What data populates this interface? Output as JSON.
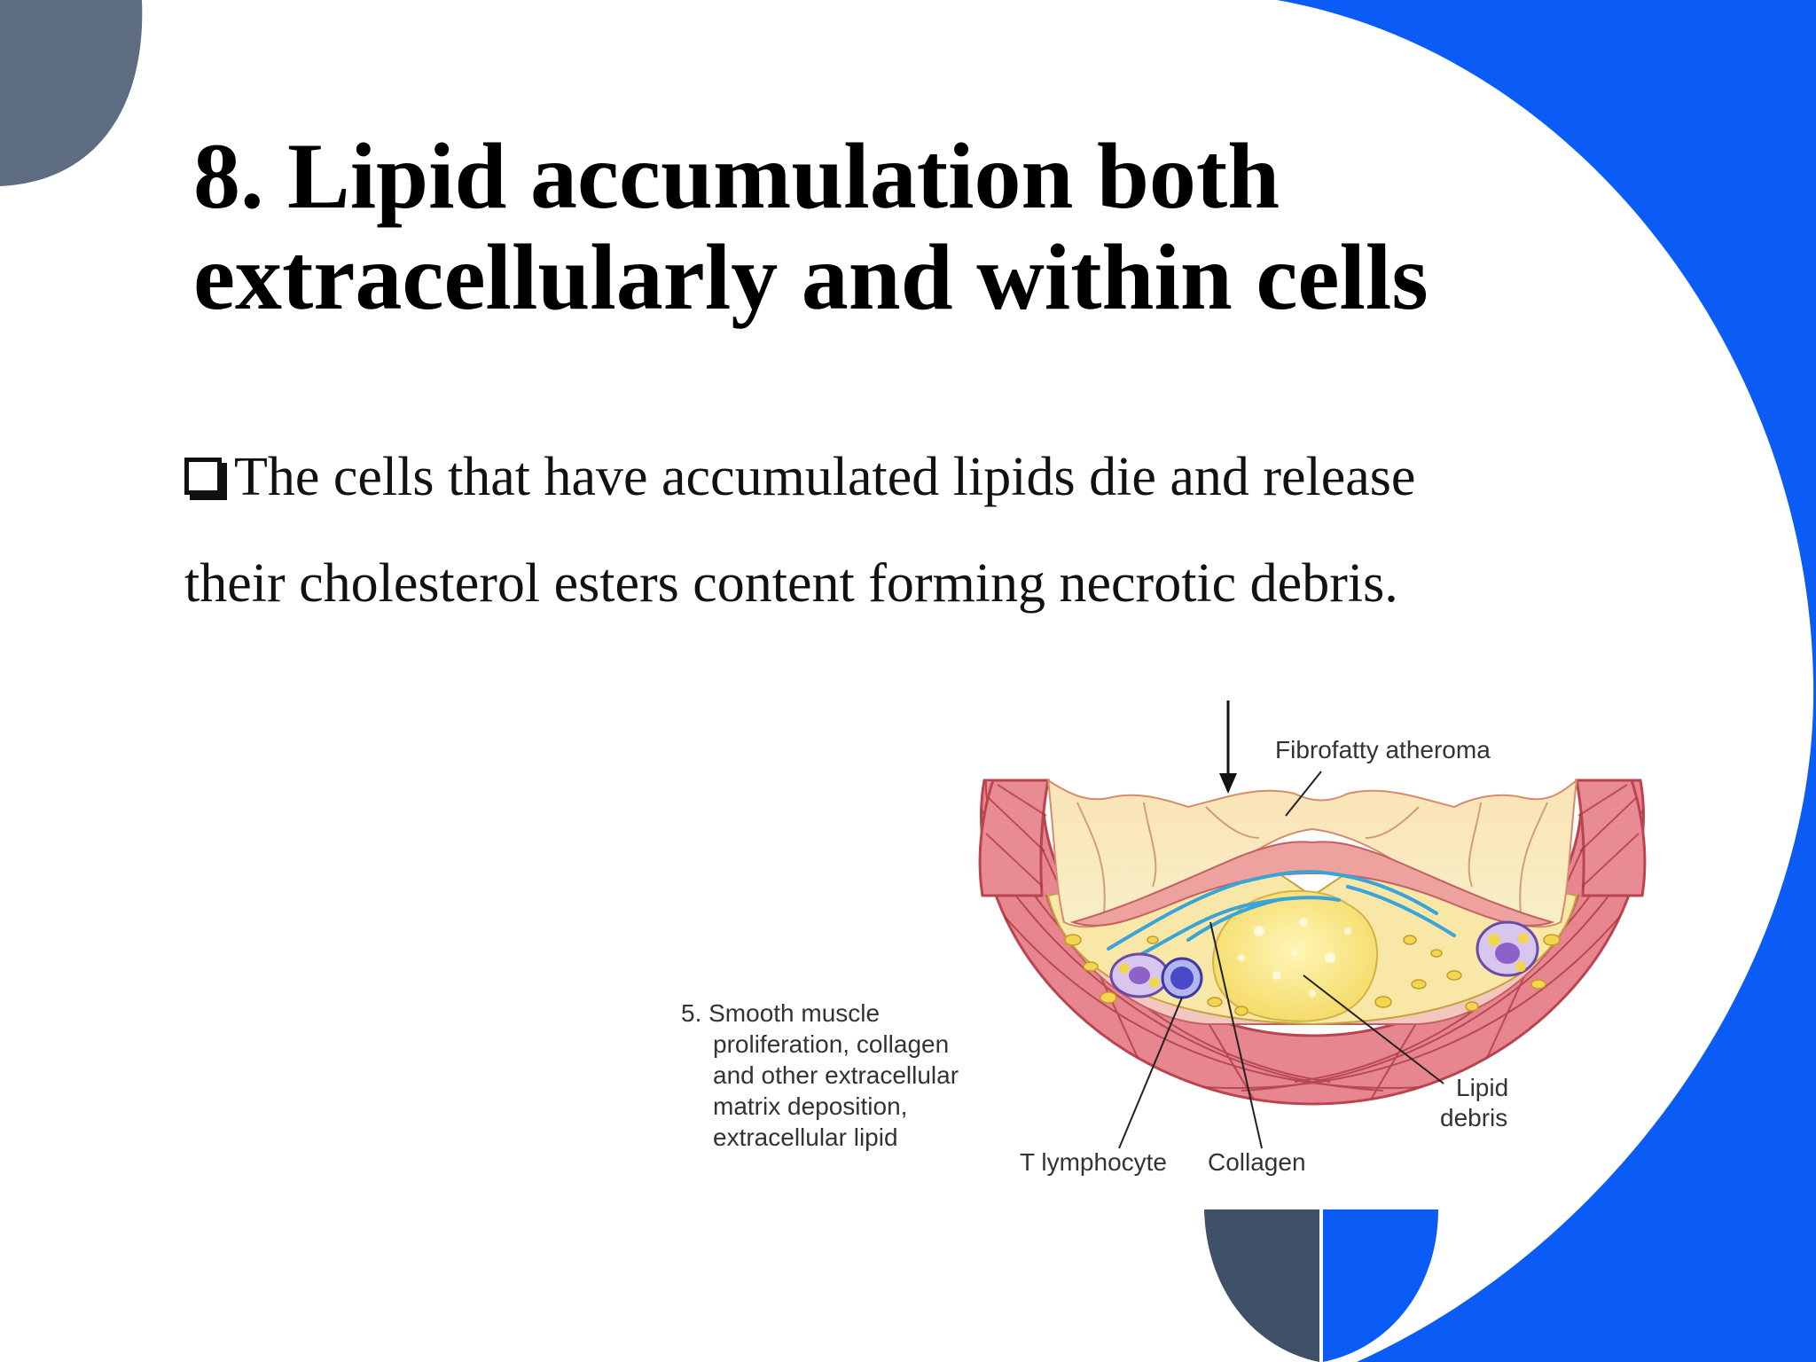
{
  "slide": {
    "title_line1": "8. Lipid accumulation both",
    "title_line2": "extracellularly and within cells",
    "body_line1": "The cells that have accumulated lipids die and release",
    "body_line2": "their cholesterol esters content forming necrotic debris."
  },
  "figure": {
    "label_fibrofatty": "Fibrofatty atheroma",
    "label_step_line1": "5. Smooth muscle",
    "label_step_line2": "proliferation, collagen",
    "label_step_line3": "and other extracellular",
    "label_step_line4": "matrix deposition,",
    "label_step_line5": "extracellular lipid",
    "label_lipid_line1": "Lipid",
    "label_lipid_line2": "debris",
    "label_tlymph": "T lymphocyte",
    "label_collagen": "Collagen"
  },
  "colors": {
    "accent_blue": "#0b5cf7",
    "slate": "#5e6c82",
    "navy_slate": "#3f5069"
  }
}
